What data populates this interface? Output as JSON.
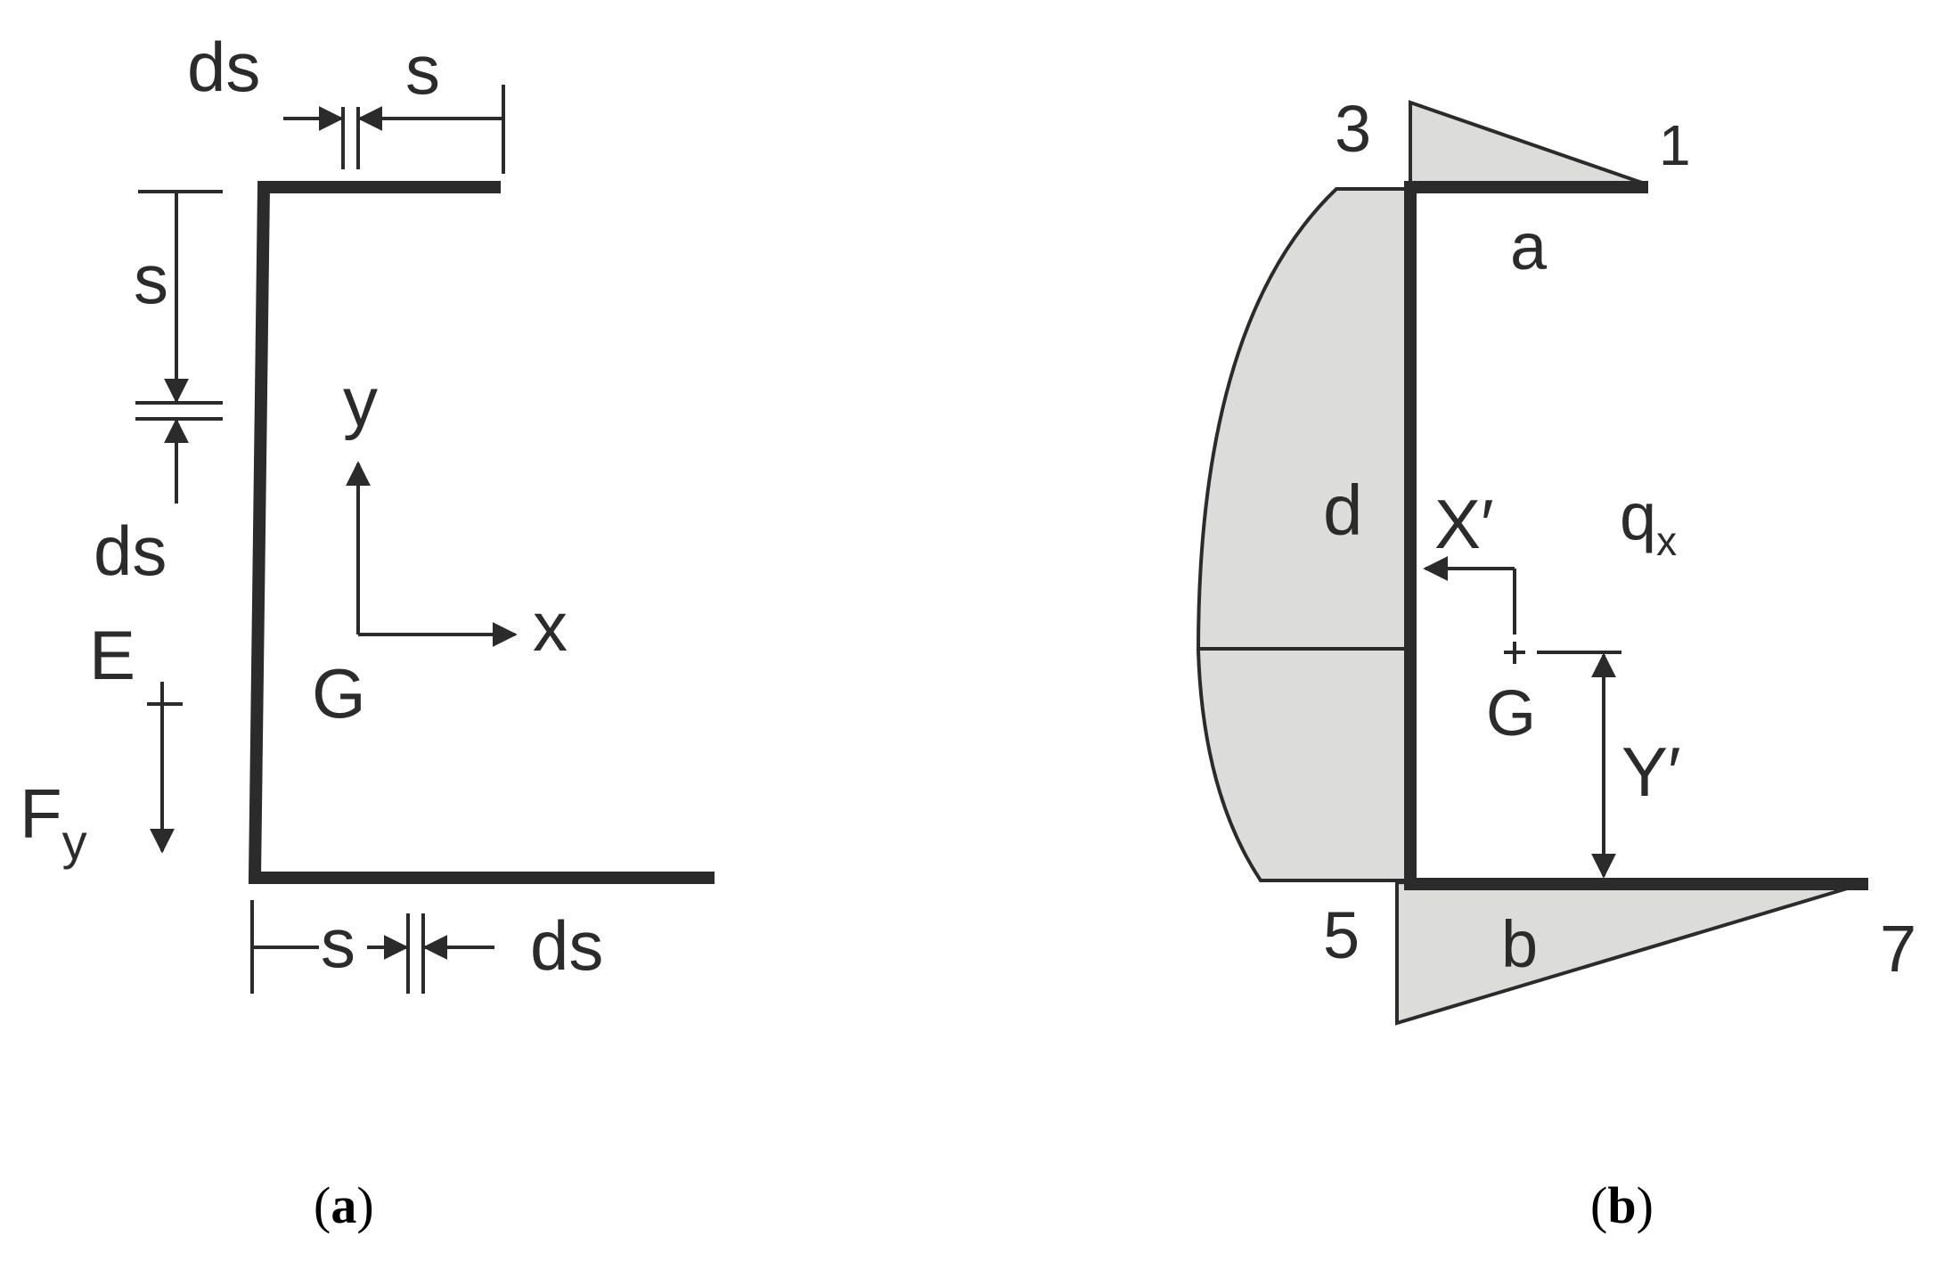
{
  "panel_a": {
    "labels": {
      "ds_top": "ds",
      "s_top": "s",
      "s_left": "s",
      "ds_left": "ds",
      "y_axis": "y",
      "x_axis": "x",
      "origin": "G",
      "point_e": "E",
      "force_main": "F",
      "force_sub": "y",
      "s_bottom": "s",
      "ds_bottom": "ds"
    },
    "caption": {
      "open": "(",
      "letter": "a",
      "close": ")"
    }
  },
  "panel_b": {
    "labels": {
      "node_3": "3",
      "node_1": "1",
      "segment_a": "a",
      "segment_d": "d",
      "x_offset": "X′",
      "flow_main": "q",
      "flow_sub": "x",
      "centroid": "G",
      "y_offset": "Y′",
      "node_5": "5",
      "segment_b": "b",
      "node_7": "7"
    },
    "caption": {
      "open": "(",
      "letter": "b",
      "close": ")"
    }
  },
  "colors": {
    "ink": "#2b2b2b",
    "shading": "#dcdcda",
    "background": "#ffffff"
  }
}
